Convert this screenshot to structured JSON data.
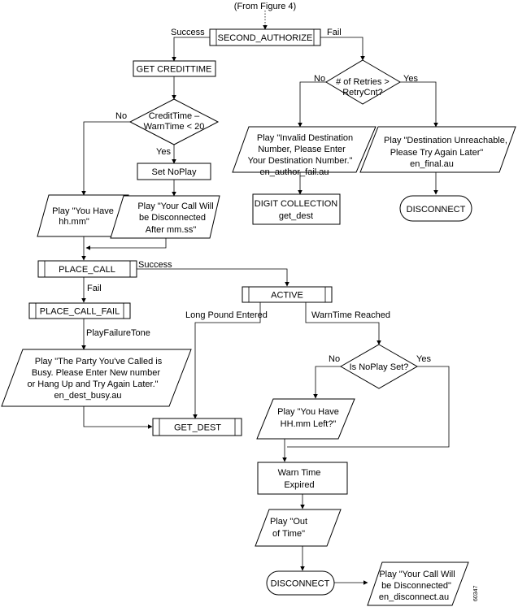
{
  "header": {
    "from_label": "(From Figure 4)"
  },
  "nodes": {
    "second_authorize": "SECOND_AUTHORIZE",
    "get_credittime": "GET CREDITTIME",
    "credittime_check": [
      "CreditTime –",
      "WarnTime < 20"
    ],
    "set_noplay": "Set NoPlay",
    "play_you_have": [
      "Play \"You Have",
      "hh.mm\""
    ],
    "play_disconnected_after": [
      "Play \"Your Call Will",
      "be Disconnected",
      "After mm.ss\""
    ],
    "retries_check": [
      "# of Retries >",
      "RetryCnt?"
    ],
    "play_invalid_dest": [
      "Play \"Invalid Destination",
      "Number, Please Enter",
      "Your Destination Number.\"",
      "en_author_fail.au"
    ],
    "digit_collection": [
      "DIGIT COLLECTION",
      "get_dest"
    ],
    "play_dest_unreachable": [
      "Play \"Destination Unreachable,",
      "Please Try Again Later\"",
      "en_final.au"
    ],
    "disconnect_top": "DISCONNECT",
    "place_call": "PLACE_CALL",
    "place_call_fail": "PLACE_CALL_FAIL",
    "play_party_busy": [
      "Play \"The Party You've Called is",
      "Busy. Please Enter New number",
      "or Hang Up and Try Again Later.\"",
      "en_dest_busy.au"
    ],
    "get_dest": "GET_DEST",
    "active": "ACTIVE",
    "noplay_check": "Is NoPlay Set?",
    "play_hhmm_left": [
      "Play \"You Have",
      "HH.mm Left?\""
    ],
    "warn_time_expired": [
      "Warn Time",
      "Expired"
    ],
    "play_out_of_time": [
      "Play \"Out",
      "of Time\""
    ],
    "disconnect_bottom": "DISCONNECT",
    "play_call_disconnected": [
      "Play \"Your Call Will",
      "be Disconnected\"",
      "en_disconnect.au"
    ]
  },
  "edge_labels": {
    "success_auth": "Success",
    "fail_auth": "Fail",
    "no_credit": "No",
    "yes_credit": "Yes",
    "no_retries": "No",
    "yes_retries": "Yes",
    "success_place": "Success",
    "fail_place": "Fail",
    "play_failure_tone": "PlayFailureTone",
    "long_pound": "Long Pound Entered",
    "warntime_reached": "WarnTime Reached",
    "no_noplay": "No",
    "yes_noplay": "Yes"
  },
  "figure_id": "60347"
}
